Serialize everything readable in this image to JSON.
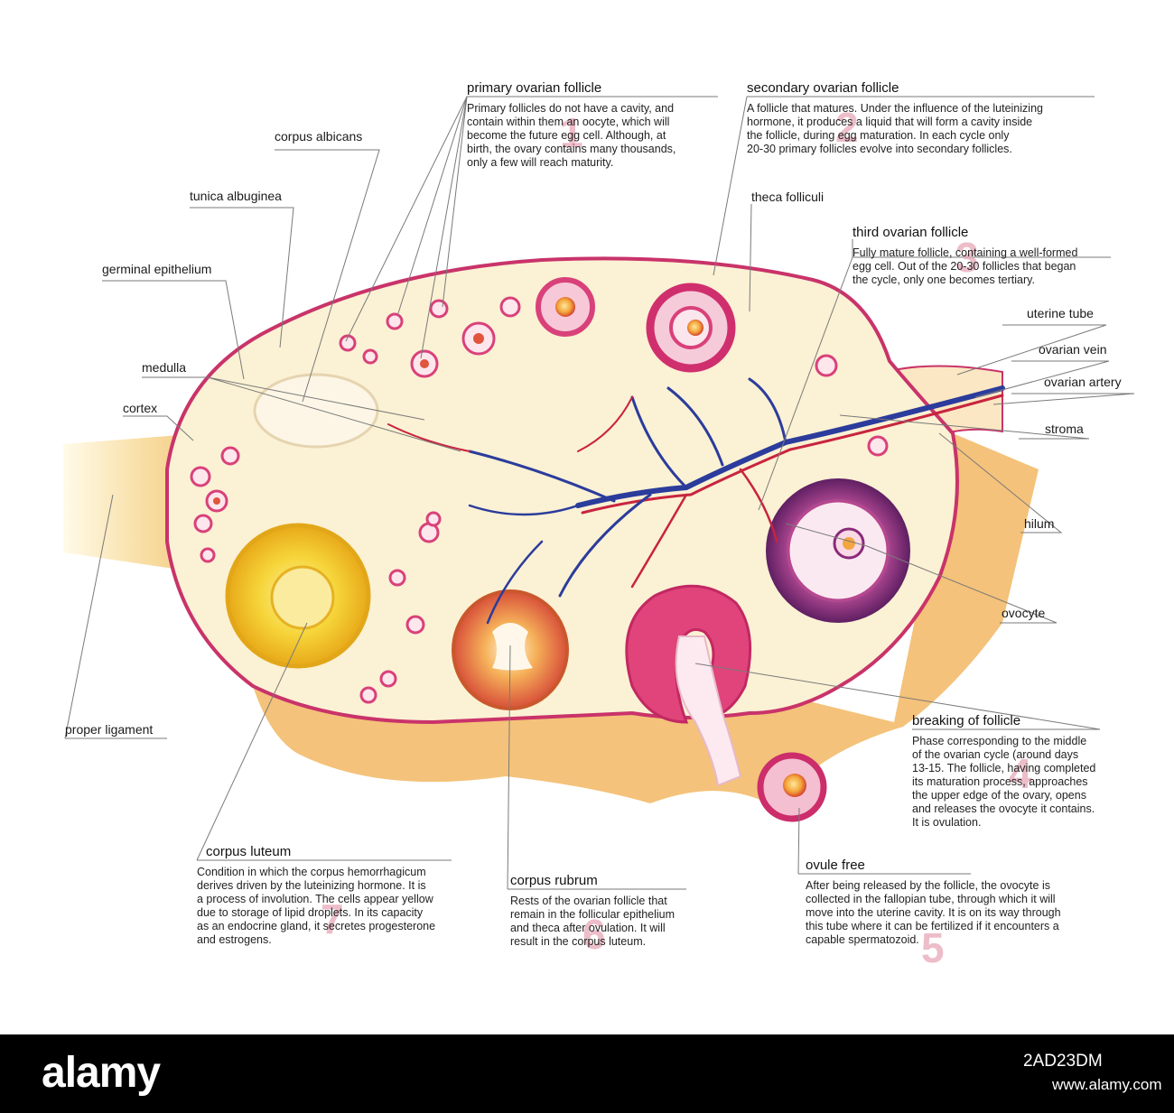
{
  "labels": {
    "corpus_albicans": "corpus albicans",
    "tunica_albuginea": "tunica albuginea",
    "germinal_epithelium": "germinal epithelium",
    "medulla": "medulla",
    "cortex": "cortex",
    "proper_ligament": "proper ligament",
    "theca_folliculi": "theca folliculi",
    "uterine_tube": "uterine tube",
    "ovarian_vein": "ovarian vein",
    "ovarian_artery": "ovarian artery",
    "stroma": "stroma",
    "hilum": "hilum",
    "ovocyte": "ovocyte"
  },
  "stages": {
    "primary": {
      "number": "1",
      "title": "primary ovarian follicle",
      "lines": [
        "Primary follicles do not have a cavity, and",
        "contain within them an oocyte, which will",
        "become the future egg cell. Although, at",
        "birth, the ovary contains many thousands,",
        "only a few will reach maturity."
      ]
    },
    "secondary": {
      "number": "2",
      "title": "secondary ovarian follicle",
      "lines": [
        "A follicle that matures. Under the influence of the luteinizing",
        "hormone, it produces a liquid that will form a cavity inside",
        "the follicle, during egg maturation. In each cycle only",
        "20-30 primary follicles evolve into secondary follicles."
      ]
    },
    "third": {
      "number": "3",
      "title": "third ovarian follicle",
      "lines": [
        "Fully mature follicle, containing a well-formed",
        "egg cell. Out of the 20-30 follicles that began",
        "the cycle, only one becomes tertiary."
      ]
    },
    "breaking": {
      "number": "4",
      "title": "breaking of follicle",
      "lines": [
        "Phase corresponding to the middle",
        "of the ovarian cycle (around days",
        "13-15. The follicle, having completed",
        "its maturation process, approaches",
        "the upper edge of the ovary, opens",
        "and releases the ovocyte it contains.",
        "It is ovulation."
      ]
    },
    "ovule_free": {
      "number": "5",
      "title": "ovule free",
      "lines": [
        "After being released by the follicle, the ovocyte is",
        "collected in the fallopian tube, through which it will",
        "move into the uterine cavity. It is on its way through",
        "this tube where it can be fertilized if it encounters a",
        "capable spermatozoid."
      ]
    },
    "corpus_rubrum": {
      "number": "6",
      "title": "corpus rubrum",
      "lines": [
        "Rests of the ovarian follicle that",
        "remain in the follicular epithelium",
        "and theca after ovulation. It will",
        "result in the corpus luteum."
      ]
    },
    "corpus_luteum": {
      "number": "7",
      "title": "corpus luteum",
      "lines": [
        "Condition in which the corpus hemorrhagicum",
        "derives driven by the luteinizing hormone. It is",
        "a process of involution. The cells appear yellow",
        "due to storage of lipid droplets. In its capacity",
        "as an endocrine gland, it secretes progesterone",
        "and estrogens."
      ]
    }
  },
  "footer": {
    "logo": "alamy",
    "image_id": "2AD23DM",
    "site": "www.alamy.com"
  },
  "colors": {
    "ovary_fill": "#fbf1d4",
    "ovary_edge": "#c9336a",
    "ligament": "#f3c37d",
    "vein": "#2b3c9c",
    "artery": "#c8243f",
    "corpus_luteum": "#f2c51c",
    "follicle_pink": "#d9417a",
    "mature_follicle": "#7a2a73",
    "number_pink": "#e8a7b7"
  }
}
